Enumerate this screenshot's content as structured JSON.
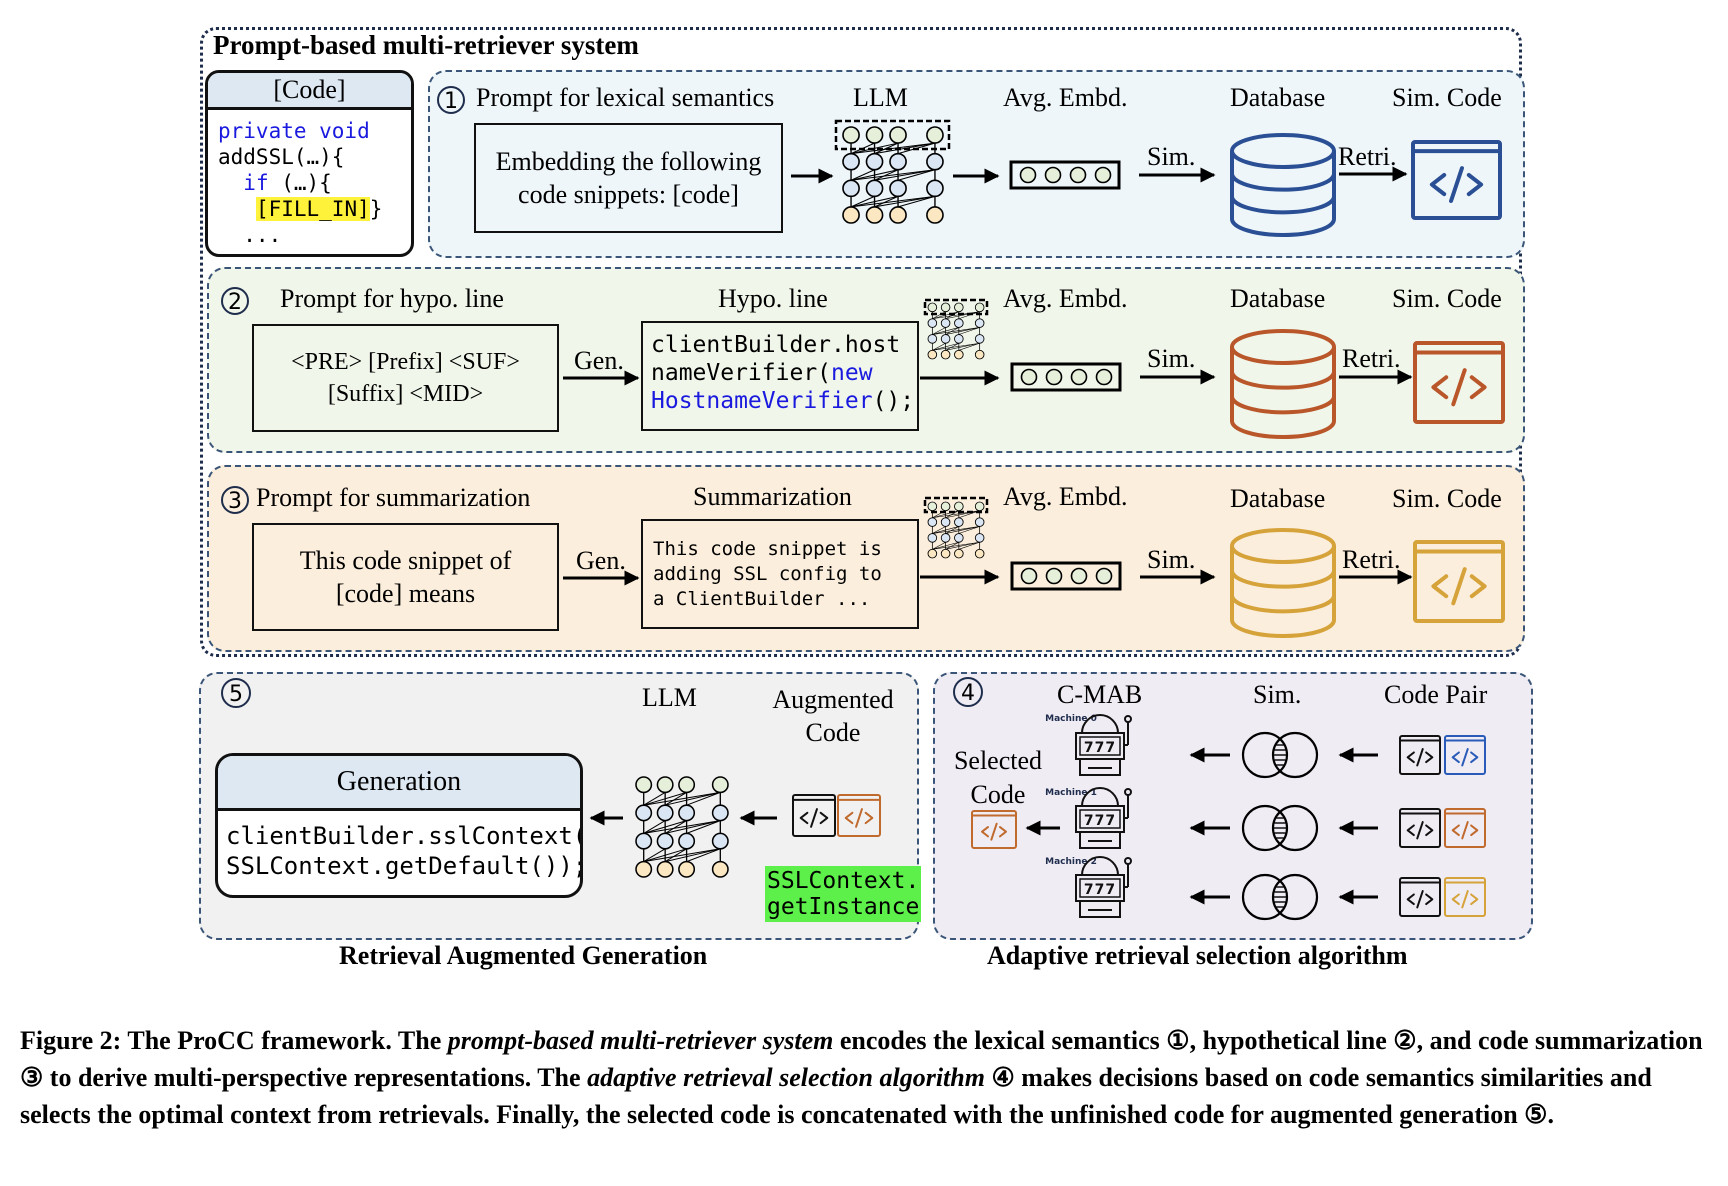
{
  "system": {
    "title": "Prompt-based multi-retriever system",
    "code_box": {
      "header": "[Code]",
      "lines": [
        {
          "text": "private void",
          "style": "keyword"
        },
        {
          "text": "addSSL(…){",
          "style": "plain"
        },
        {
          "prefix": "  ",
          "kw": "if",
          "rest": " (…){"
        },
        {
          "indent": "   ",
          "highlight": "[FILL_IN]",
          "rest": "}"
        },
        {
          "text": "  ...",
          "style": "plain"
        }
      ]
    },
    "rows": [
      {
        "number": "1",
        "prompt_title": "Prompt for lexical semantics",
        "prompt_text_lines": [
          "Embedding the following",
          "code snippets:  [code]"
        ],
        "llm_label": "LLM",
        "avg_label": "Avg. Embd.",
        "sim_label": "Sim.",
        "db_label": "Database",
        "retri_label": "Retri.",
        "simcode_label": "Sim. Code",
        "color": "#2a4f94"
      },
      {
        "number": "2",
        "prompt_title": "Prompt for hypo. line",
        "prompt_text_lines": [
          "<PRE> [Prefix] <SUF>",
          "[Suffix] <MID>"
        ],
        "gen_label": "Gen.",
        "output_title": "Hypo. line",
        "output_lines": [
          {
            "plain": "clientBuilder.host",
            "kw": ""
          },
          {
            "plain": "nameVerifier(",
            "kw": "new"
          },
          {
            "kw_first": "HostnameVerifier",
            "plain": "();"
          }
        ],
        "avg_label": "Avg. Embd.",
        "sim_label": "Sim.",
        "db_label": "Database",
        "retri_label": "Retri.",
        "simcode_label": "Sim. Code",
        "color": "#b9572a"
      },
      {
        "number": "3",
        "prompt_title": "Prompt for summarization",
        "prompt_text_lines": [
          "This code snippet of",
          "[code] means"
        ],
        "gen_label": "Gen.",
        "output_title": "Summarization",
        "output_lines": [
          "This code snippet is",
          "adding SSL config to",
          "a ClientBuilder ..."
        ],
        "avg_label": "Avg. Embd.",
        "sim_label": "Sim.",
        "db_label": "Database",
        "retri_label": "Retri.",
        "simcode_label": "Sim. Code",
        "color": "#d6a23a"
      }
    ]
  },
  "rag": {
    "number": "5",
    "title": "Retrieval Augmented Generation",
    "llm_label": "LLM",
    "augmented_label_lines": [
      "Augmented",
      "Code"
    ],
    "generation_header": "Generation",
    "generation_lines": [
      "clientBuilder.sslContext(",
      "SSLContext.getDefault());"
    ],
    "augmented_code_lines": [
      "SSLContext.",
      "getInstance"
    ],
    "highlight_color": "#5ef04a"
  },
  "selection": {
    "number": "4",
    "title": "Adaptive retrieval selection algorithm",
    "cmab_label": "C-MAB",
    "sim_label": "Sim.",
    "code_pair_label": "Code Pair",
    "selected_label_lines": [
      "Selected",
      "Code"
    ],
    "machines": [
      "Machine 0",
      "Machine 1",
      "Machine 2"
    ],
    "reel_text": "777",
    "pair_colors": [
      "#2a5bb8",
      "#c06a2e",
      "#d6a23a"
    ],
    "selected_color": "#c06a2e"
  },
  "caption": {
    "parts": [
      {
        "t": "Figure 2: The ProCC framework. The ",
        "i": false
      },
      {
        "t": "prompt-based multi-retriever system",
        "i": true
      },
      {
        "t": " encodes the lexical semantics ①, hypothetical line ②, and code summarization ③ to derive multi-perspective representations. The ",
        "i": false
      },
      {
        "t": "adaptive retrieval selection algorithm",
        "i": true
      },
      {
        "t": " ④ makes decisions based on code semantics similarities and selects the optimal context from retrievals. Finally, the selected code is concatenated with the unfinished code for augmented generation ⑤.",
        "i": false
      }
    ]
  }
}
